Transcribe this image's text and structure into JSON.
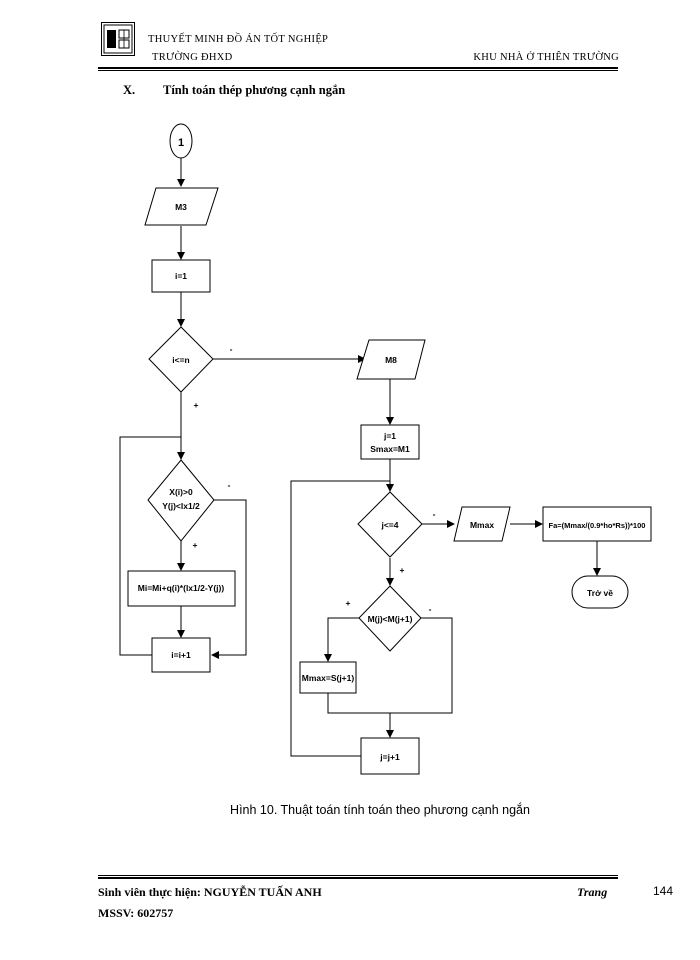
{
  "header": {
    "line1": "THUYẾT MINH ĐỒ ÁN TỐT NGHIỆP",
    "line2_left": "TRƯỜNG ĐHXD",
    "line2_right": "KHU NHÀ Ở THIÊN TRƯỜNG"
  },
  "section": {
    "number": "X.",
    "title": "Tính toán thép phương cạnh ngắn"
  },
  "flowchart": {
    "start": "1",
    "m3": "M3",
    "i_init": "i=1",
    "cond_i": "i<=n",
    "m8": "M8",
    "j_init_1": "j=1",
    "j_init_2": "Smax=M1",
    "cond_x1": "X(i)>0",
    "cond_x2": "Y(j)<lx1/2",
    "cond_j": "j<=4",
    "mmax": "Mmax",
    "fa": "Fa=(Mmax/(0.9*ho*Rs))*100",
    "mi_update": "Mi=Mi+q(i)*(lx1/2-Y(j))",
    "cond_m": "M(j)<M(j+1)",
    "tro_ve": "Trở về",
    "mmax_assign": "Mmax=S(j+1)",
    "i_inc": "i=i+1",
    "j_inc": "j=j+1",
    "plus": "+",
    "minus": "-"
  },
  "caption": "Hình 10. Thuật toán tính toán theo phương cạnh ngắn",
  "footer": {
    "student_label": "Sinh viên thực hiện: NGUYỄN TUẤN ANH",
    "mssv": "MSSV: 602757",
    "trang": "Trang",
    "page_number": "144"
  }
}
